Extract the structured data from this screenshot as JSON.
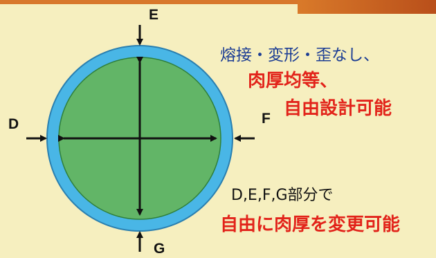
{
  "labels": {
    "e": "E",
    "d": "D",
    "f": "F",
    "g": "G"
  },
  "notes": {
    "line1": "熔接・変形・歪なし、",
    "line2": "肉厚均等、",
    "line3": "自由設計可能",
    "line4": "D,E,F,G部分で",
    "line5": "自由に肉厚を変更可能"
  },
  "colors": {
    "background": "#f6efbf",
    "pipe_wall": "#49b6e6",
    "pipe_inner": "#62b567",
    "arrow": "#111111",
    "text_blue": "#1c3d94",
    "text_red": "#e2231a"
  }
}
